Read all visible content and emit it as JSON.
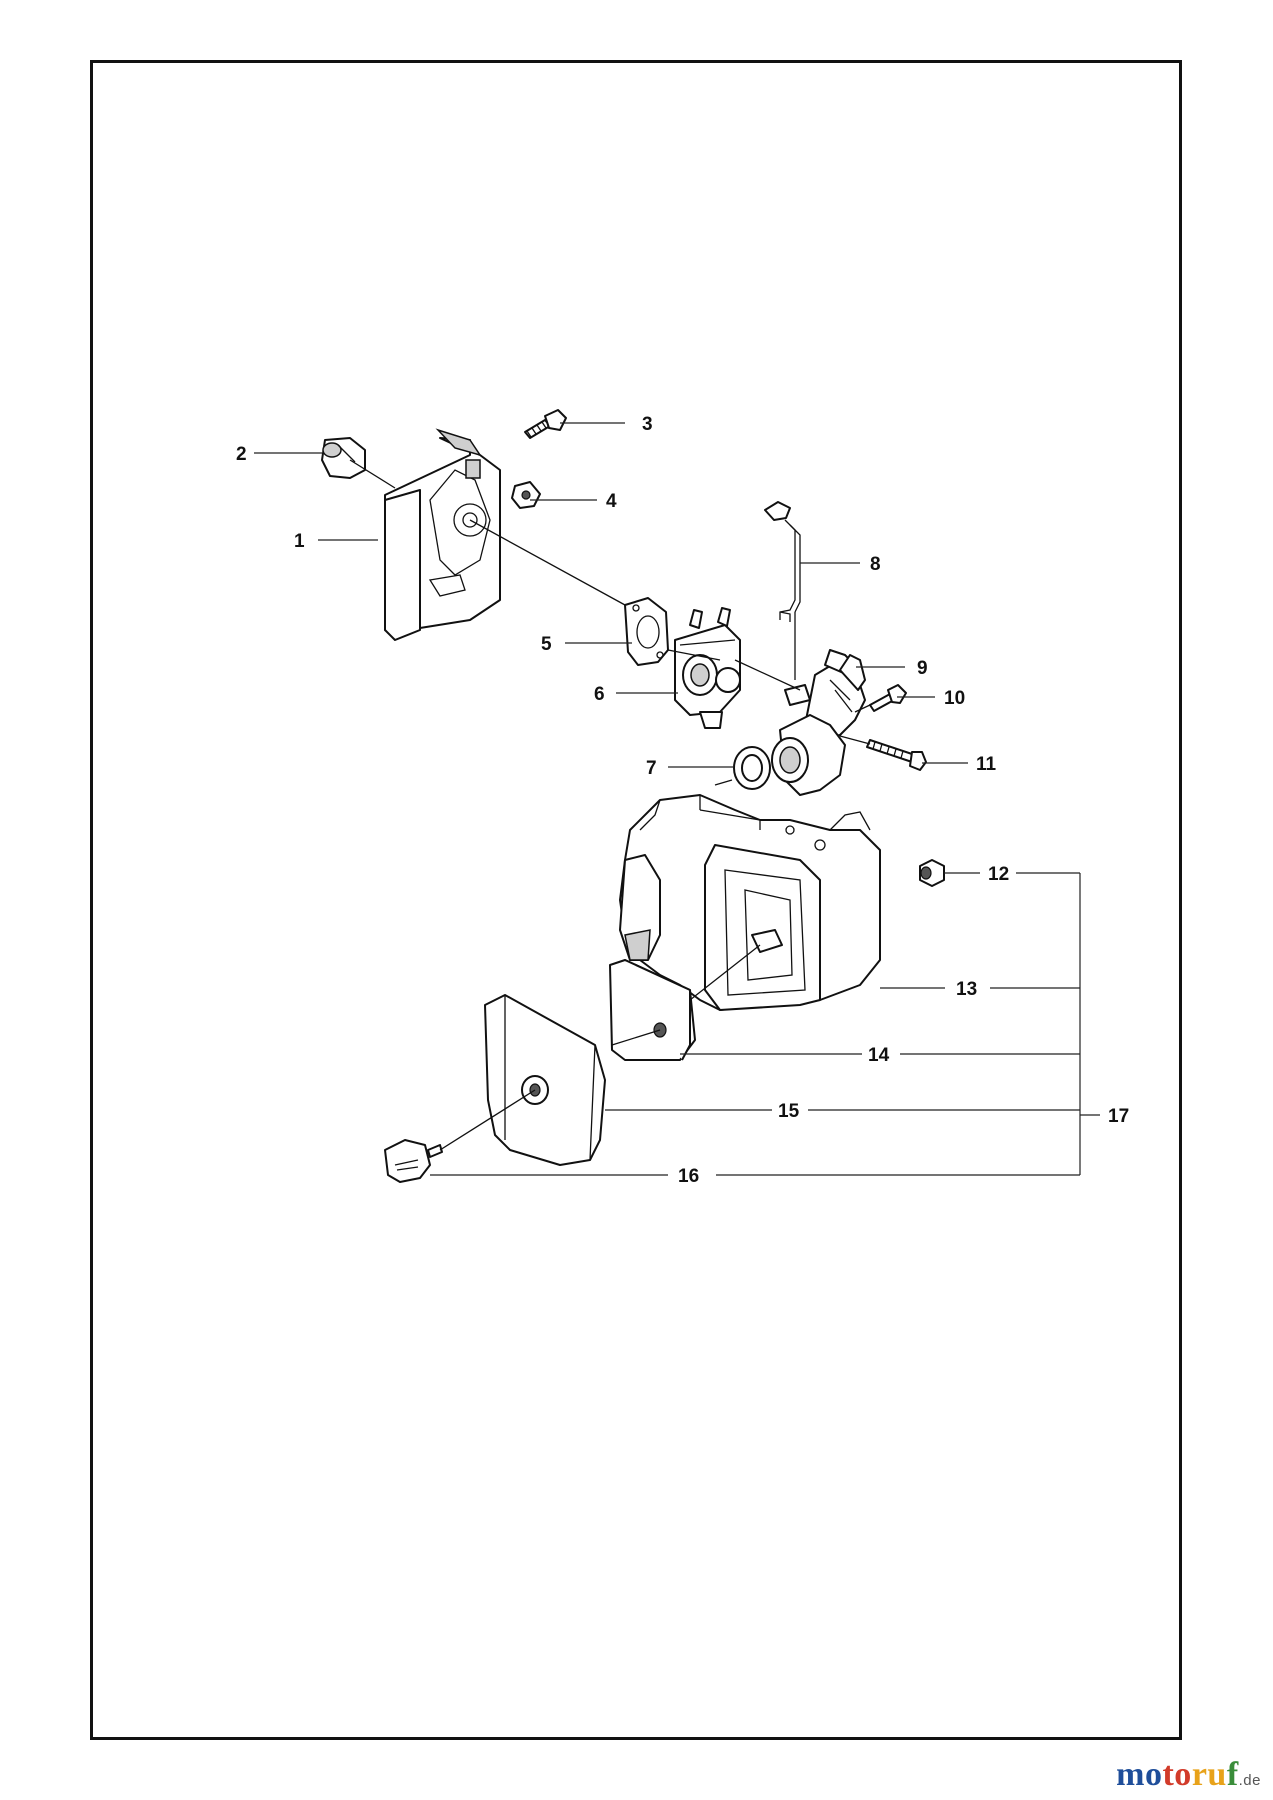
{
  "diagram": {
    "callouts": [
      "1",
      "2",
      "3",
      "4",
      "5",
      "6",
      "7",
      "8",
      "9",
      "10",
      "11",
      "12",
      "13",
      "14",
      "15",
      "16",
      "17"
    ]
  },
  "watermark": {
    "parts": [
      "mo",
      "to",
      "ru",
      "f"
    ],
    "tld": ".de"
  }
}
